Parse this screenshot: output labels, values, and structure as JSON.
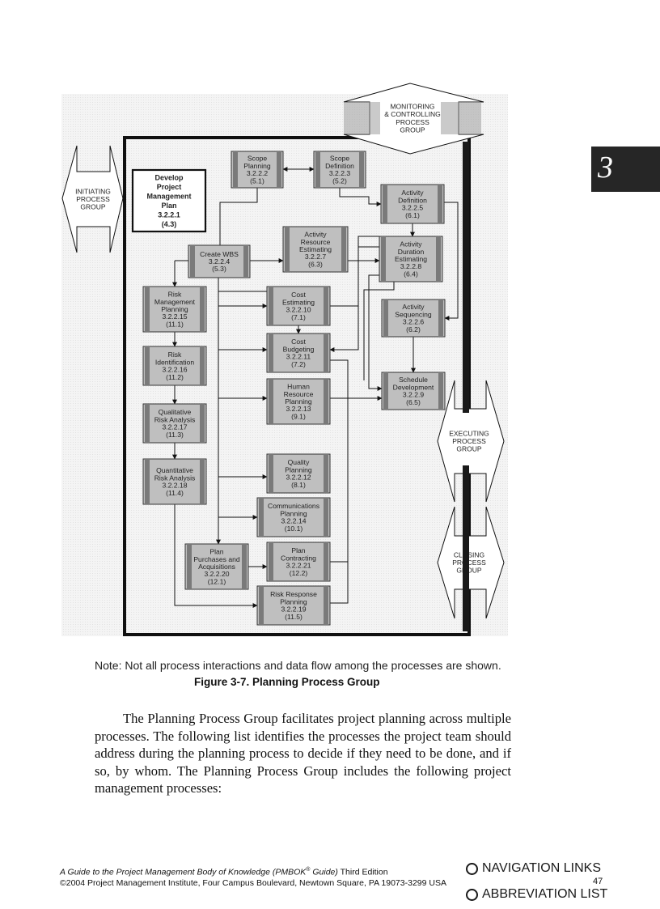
{
  "chapter_tab": "3",
  "diagram": {
    "groups": [
      {
        "id": "initiating",
        "label": "INITIATING\nPROCESS\nGROUP"
      },
      {
        "id": "monitoring",
        "label": "MONITORING\n& CONTROLLING\nPROCESS\nGROUP"
      },
      {
        "id": "executing",
        "label": "EXECUTING\nPROCESS\nGROUP"
      },
      {
        "id": "closing",
        "label": "CLOSING\nPROCESS\nGROUP"
      }
    ],
    "boxes": [
      {
        "id": "develop-plan",
        "label": "Develop\nProject\nManagement\nPlan\n3.2.2.1\n(4.3)"
      },
      {
        "id": "scope-planning",
        "label": "Scope\nPlanning\n3.2.2.2\n(5.1)"
      },
      {
        "id": "scope-definition",
        "label": "Scope\nDefinition\n3.2.2.3\n(5.2)"
      },
      {
        "id": "activity-definition",
        "label": "Activity\nDefinition\n3.2.2.5\n(6.1)"
      },
      {
        "id": "activity-resource",
        "label": "Activity\nResource\nEstimating\n3.2.2.7\n(6.3)"
      },
      {
        "id": "create-wbs",
        "label": "Create WBS\n3.2.2.4\n(5.3)"
      },
      {
        "id": "activity-duration",
        "label": "Activity\nDuration\nEstimating\n3.2.2.8\n(6.4)"
      },
      {
        "id": "risk-planning",
        "label": "Risk\nManagement\nPlanning\n3.2.2.15\n(11.1)"
      },
      {
        "id": "cost-estimating",
        "label": "Cost\nEstimating\n3.2.2.10\n(7.1)"
      },
      {
        "id": "activity-sequencing",
        "label": "Activity\nSequencing\n3.2.2.6\n(6.2)"
      },
      {
        "id": "risk-identification",
        "label": "Risk\nIdentification\n3.2.2.16\n(11.2)"
      },
      {
        "id": "cost-budgeting",
        "label": "Cost\nBudgeting\n3.2.2.11\n(7.2)"
      },
      {
        "id": "human-resource",
        "label": "Human\nResource\nPlanning\n3.2.2.13\n(9.1)"
      },
      {
        "id": "schedule-development",
        "label": "Schedule\nDevelopment\n3.2.2.9\n(6.5)"
      },
      {
        "id": "qualitative-risk",
        "label": "Qualitative\nRisk Analysis\n3.2.2.17\n(11.3)"
      },
      {
        "id": "quantitative-risk",
        "label": "Quantitative\nRisk Analysis\n3.2.2.18\n(11.4)"
      },
      {
        "id": "quality-planning",
        "label": "Quality\nPlanning\n3.2.2.12\n(8.1)"
      },
      {
        "id": "communications-planning",
        "label": "Communications\nPlanning\n3.2.2.14\n(10.1)"
      },
      {
        "id": "plan-purchases",
        "label": "Plan\nPurchases and\nAcquisitions\n3.2.2.20\n(12.1)"
      },
      {
        "id": "plan-contracting",
        "label": "Plan\nContracting\n3.2.2.21\n(12.2)"
      },
      {
        "id": "risk-response",
        "label": "Risk Response\nPlanning\n3.2.2.19\n(11.5)"
      }
    ]
  },
  "note": "Note: Not all process interactions and data flow among the processes are shown.",
  "figure_caption": "Figure 3-7. Planning Process Group",
  "paragraph": "The Planning Process Group facilitates project planning across multiple processes. The following list identifies the processes the project team should address during the planning process to decide if they need to be done, and if so, by whom. The Planning Process Group includes the following project management processes:",
  "footer": {
    "title_italic": "A Guide to the Project Management Body of Knowledge (PMBOK",
    "title_reg": "®",
    "title_italic2": " Guide)",
    "title_tail": " Third Edition",
    "copyright": "©2004 Project Management Institute, Four Campus Boulevard, Newtown Square, PA 19073-3299 USA",
    "page_number": "47"
  },
  "nav": {
    "navigation_links": "NAVIGATION LINKS",
    "abbreviation_list": "ABBREVIATION LIST"
  },
  "colors": {
    "box_fill": "#bfbfbf",
    "box_dark": "#7a7a7a",
    "frame": "#111111",
    "arrow_fill": "#d9d9d9"
  }
}
